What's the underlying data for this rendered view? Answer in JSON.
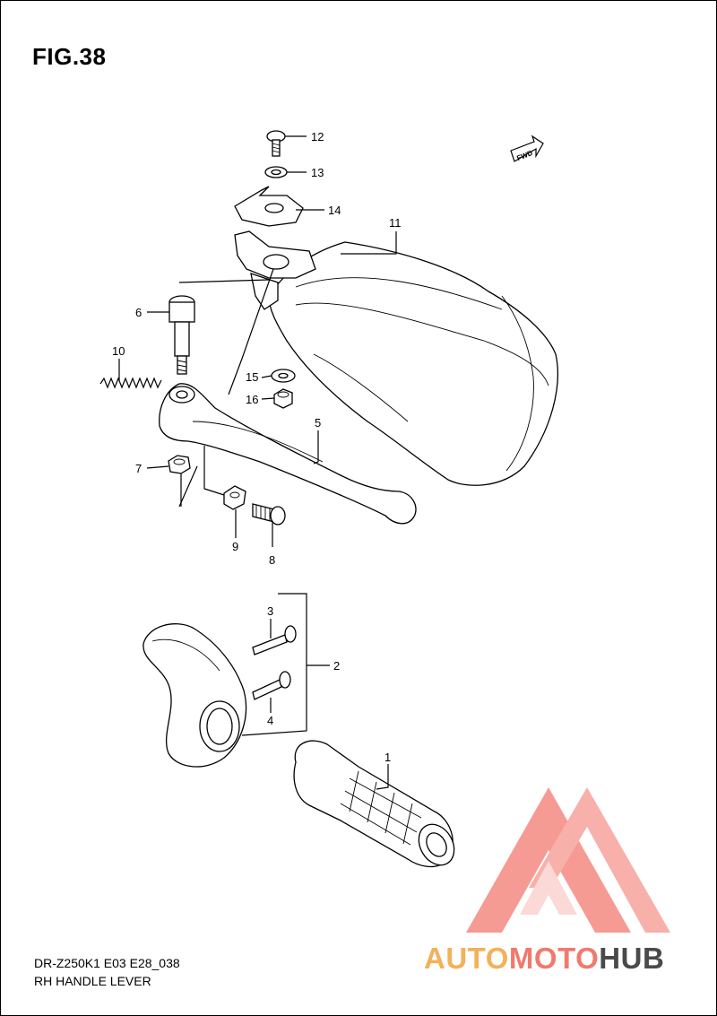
{
  "title": "FIG.38",
  "model_code": "DR-Z250K1 E03 E28_038",
  "section_name": "RH HANDLE LEVER",
  "fwd_label": "FWD",
  "callouts": [
    {
      "id": "1",
      "label": "1"
    },
    {
      "id": "2",
      "label": "2"
    },
    {
      "id": "3",
      "label": "3"
    },
    {
      "id": "4",
      "label": "4"
    },
    {
      "id": "5",
      "label": "5"
    },
    {
      "id": "6",
      "label": "6"
    },
    {
      "id": "7",
      "label": "7"
    },
    {
      "id": "8",
      "label": "8"
    },
    {
      "id": "9",
      "label": "9"
    },
    {
      "id": "10",
      "label": "10"
    },
    {
      "id": "11",
      "label": "11"
    },
    {
      "id": "12",
      "label": "12"
    },
    {
      "id": "13",
      "label": "13"
    },
    {
      "id": "14",
      "label": "14"
    },
    {
      "id": "15",
      "label": "15"
    },
    {
      "id": "16",
      "label": "16"
    }
  ],
  "watermark": {
    "part1": "AUTO",
    "part2": "MOTO",
    "part3": "HUB",
    "colors": {
      "part1": "#f2b25a",
      "part2": "#f07a6e",
      "part3": "#4a4a4a",
      "logo": "#f07a6e"
    }
  }
}
